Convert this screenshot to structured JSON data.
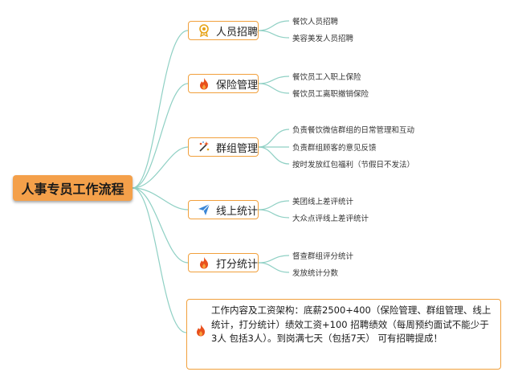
{
  "root": {
    "title": "人事专员工作流程"
  },
  "branches": [
    {
      "label": "人员招聘",
      "icon": "award-icon",
      "items": [
        "餐饮人员招聘",
        "美容美发人员招聘"
      ]
    },
    {
      "label": "保险管理",
      "icon": "fire-icon",
      "items": [
        "餐饮员工入职上保险",
        "餐饮员工离职撤销保险"
      ]
    },
    {
      "label": "群组管理",
      "icon": "sparkle-icon",
      "items": [
        "负责餐饮微信群组的日常管理和互动",
        "负责群组顾客的意见反馈",
        "按时发放红包福利（节假日不发法）"
      ]
    },
    {
      "label": "线上统计",
      "icon": "paper-plane-icon",
      "items": [
        "美团线上差评统计",
        "大众点评线上差评统计"
      ]
    },
    {
      "label": "打分统计",
      "icon": "fire-icon",
      "items": [
        "督查群组评分统计",
        "发放统计分数"
      ]
    }
  ],
  "note": {
    "icon": "fire-icon",
    "text": "工作内容及工资架构：底薪2500+400（保险管理、群组管理、线上统计，打分统计）绩效工资+100 招聘绩效（每周预约面试不能少于3人 包括3人）。到岗满七天（包括7天） 可有招聘提成！"
  },
  "colors": {
    "accent": "#f1a03c",
    "root_fill": "#f4a04a",
    "line": "#8fd0c4",
    "fire": "#e8501d",
    "plane": "#3a86d6",
    "award": "#e6a317"
  }
}
